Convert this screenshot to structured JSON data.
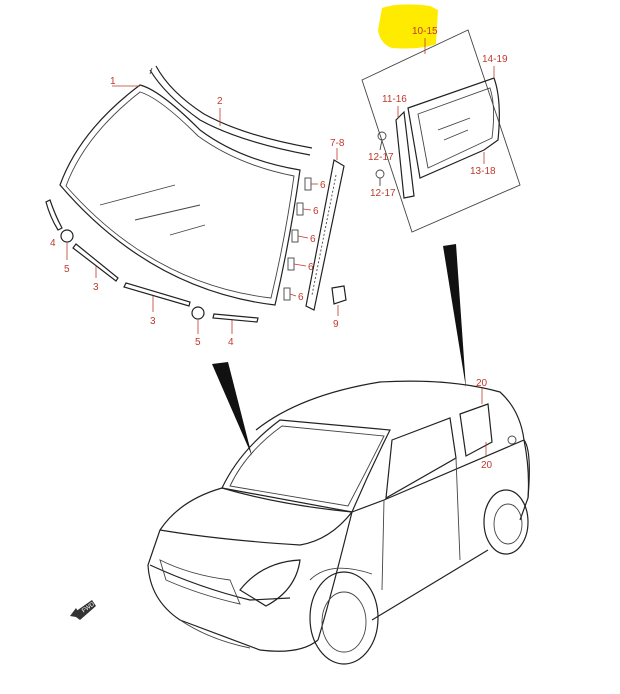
{
  "highlight_color": "#ffeb00",
  "label_color": "#c0392b",
  "labels": {
    "l1": "1",
    "l2": "2",
    "l4a": "4",
    "l5a": "5",
    "l3a": "3",
    "l3b": "3",
    "l5b": "5",
    "l4b": "4",
    "l6a": "6",
    "l6b": "6",
    "l6c": "6",
    "l6d": "6",
    "l6e": "6",
    "l78": "7-8",
    "l9": "9",
    "l1015": "10-15",
    "l1116": "11-16",
    "l1419": "14-19",
    "l1217a": "12-17",
    "l1217b": "12-17",
    "l1318": "13-18",
    "l20a": "20",
    "l20b": "20"
  },
  "front_badge": "FWD"
}
